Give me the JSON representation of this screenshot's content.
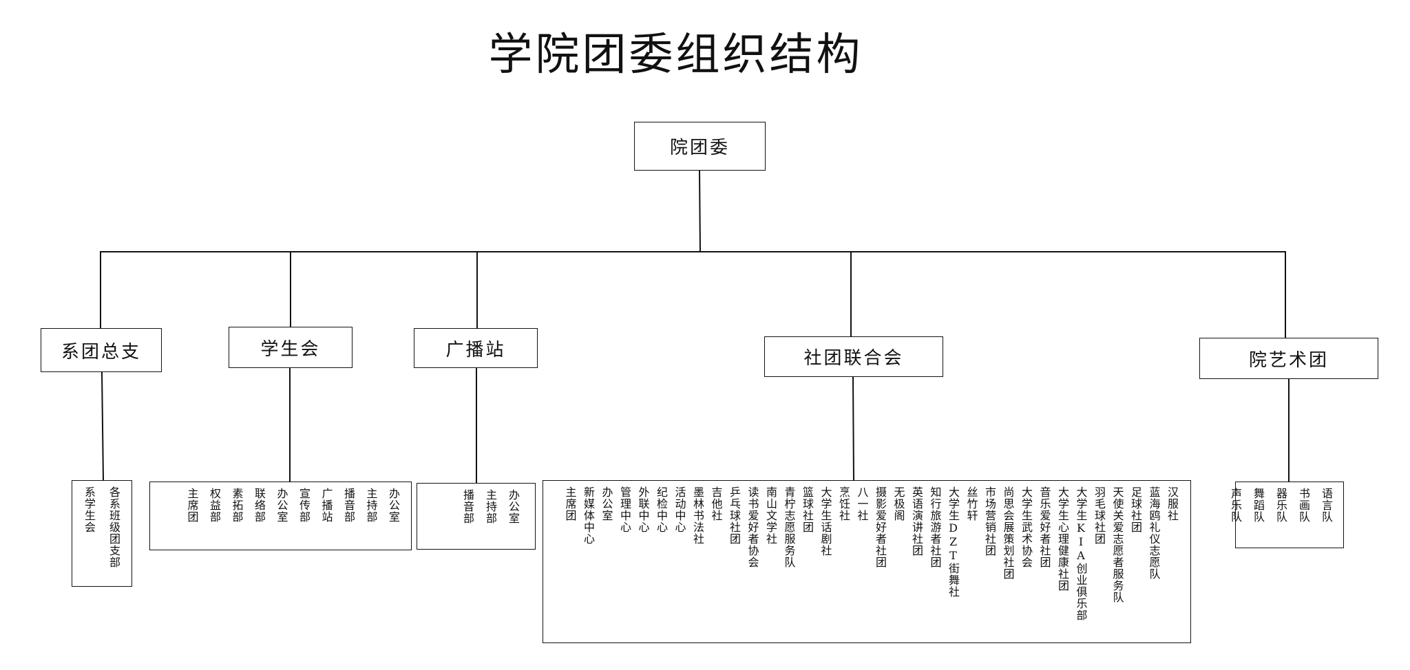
{
  "title": "学院团委组织结构",
  "root": {
    "label": "院团委"
  },
  "branches": [
    {
      "id": "xituan",
      "label": "系团总支",
      "items": [
        "各系班级团支部",
        "系学生会"
      ]
    },
    {
      "id": "xueshenghui",
      "label": "学生会",
      "items": [
        "办公室",
        "主持部",
        "播音部",
        "广播站",
        "宣传部",
        "办公室",
        "联络部",
        "素拓部",
        "权益部",
        "主席团"
      ]
    },
    {
      "id": "guangbo",
      "label": "广播站",
      "items": [
        "办公室",
        "主持部",
        "播音部"
      ]
    },
    {
      "id": "shetuan",
      "label": "社团联合会",
      "items": [
        "汉服社",
        "蓝海鸥礼仪志愿队",
        "足球社团",
        "天使关爱志愿者服务队",
        "羽毛球社团",
        "大学生KIA创业俱乐部",
        "大学生心理健康社团",
        "音乐爱好者社团",
        "大学生武术协会",
        "尚思会展策划社团",
        "市场营销社团",
        "丝竹轩",
        "大学生DZT街舞社",
        "知行旅游者社团",
        "英语演讲社团",
        "无极阁",
        "摄影爱好者社团",
        "八一社",
        "烹饪社",
        "大学生话剧社",
        "篮球社团",
        "青柠志愿服务队",
        "南山文学社",
        "读书爱好者协会",
        "乒乓球社团",
        "吉他社",
        "墨林书法社",
        "活动中心",
        "纪检中心",
        "外联中心",
        "管理中心",
        "办公室",
        "新媒体中心",
        "主席团"
      ]
    },
    {
      "id": "yishu",
      "label": "院艺术团",
      "items": [
        "语言队",
        "书画队",
        "器乐队",
        "舞蹈队",
        "声乐队"
      ]
    }
  ]
}
